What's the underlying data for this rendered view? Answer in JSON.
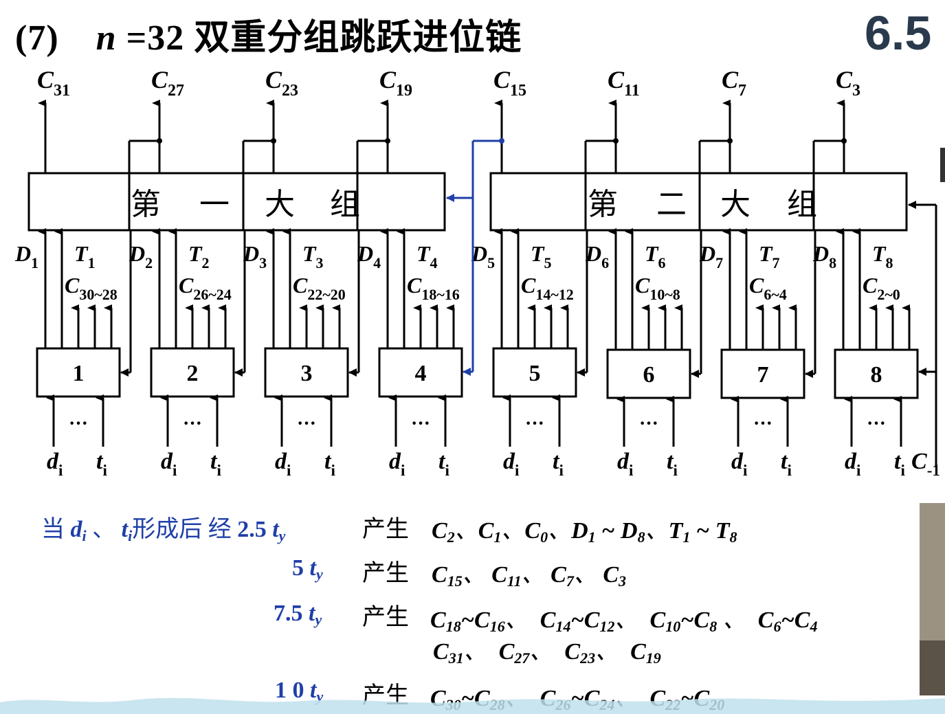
{
  "title": {
    "prefix": "(7)",
    "var": "n",
    "rest": " =32 双重分组跳跃进位链"
  },
  "section_number": "6.5",
  "big_groups": {
    "first": [
      "第",
      "一",
      "大",
      "组"
    ],
    "second": [
      "第",
      "二",
      "大",
      "组"
    ]
  },
  "outputs": [
    {
      "main": "C",
      "sub": "31"
    },
    {
      "main": "C",
      "sub": "27"
    },
    {
      "main": "C",
      "sub": "23"
    },
    {
      "main": "C",
      "sub": "19"
    },
    {
      "main": "C",
      "sub": "15"
    },
    {
      "main": "C",
      "sub": "11"
    },
    {
      "main": "C",
      "sub": "7"
    },
    {
      "main": "C",
      "sub": "3"
    }
  ],
  "groups": [
    {
      "box": "1",
      "d": "1",
      "t": "1",
      "c": "30~28"
    },
    {
      "box": "2",
      "d": "2",
      "t": "2",
      "c": "26~24"
    },
    {
      "box": "3",
      "d": "3",
      "t": "3",
      "c": "22~20"
    },
    {
      "box": "4",
      "d": "4",
      "t": "4",
      "c": "18~16"
    },
    {
      "box": "5",
      "d": "5",
      "t": "5",
      "c": "14~12"
    },
    {
      "box": "6",
      "d": "6",
      "t": "6",
      "c": "10~8"
    },
    {
      "box": "7",
      "d": "7",
      "t": "7",
      "c": "6~4"
    },
    {
      "box": "8",
      "d": "8",
      "t": "8",
      "c": "2~0"
    }
  ],
  "inputs": {
    "d": "d",
    "t": "t",
    "sub": "i",
    "dots": "···"
  },
  "carry_in": {
    "main": "C",
    "sub": "-1"
  },
  "timing": {
    "row1": {
      "lead": "当",
      "di": "d",
      "sep": "、",
      "ti": "t",
      "after": "形成后  经",
      "time": "2.5",
      "unit": "t",
      "unit_sub": "y",
      "produce": "产生",
      "items": [
        "C2、",
        "C1、",
        "C0、",
        "D1 ~ D8、",
        "T1 ~ T8"
      ]
    },
    "row2": {
      "time": "5",
      "unit": "t",
      "unit_sub": "y",
      "produce": "产生",
      "items": [
        "C15、",
        "C11、",
        "C7、",
        "C3"
      ]
    },
    "row3": {
      "time": "7.5",
      "unit": "t",
      "unit_sub": "y",
      "produce": "产生",
      "items": [
        "C18~C16、",
        "C14~C12、",
        "C10~C8 、",
        "C6~C4"
      ],
      "items2": [
        "C31、",
        "C27、",
        "C23、",
        "C19"
      ]
    },
    "row4": {
      "time": "1 0",
      "unit": "t",
      "unit_sub": "y",
      "produce": "产生",
      "items": [
        "C30~C28、",
        "C26~C24、",
        "C22~C20"
      ]
    }
  },
  "colors": {
    "blue_highlight": "#1f3fa8",
    "black": "#000000",
    "section": "#2a3a4d"
  }
}
